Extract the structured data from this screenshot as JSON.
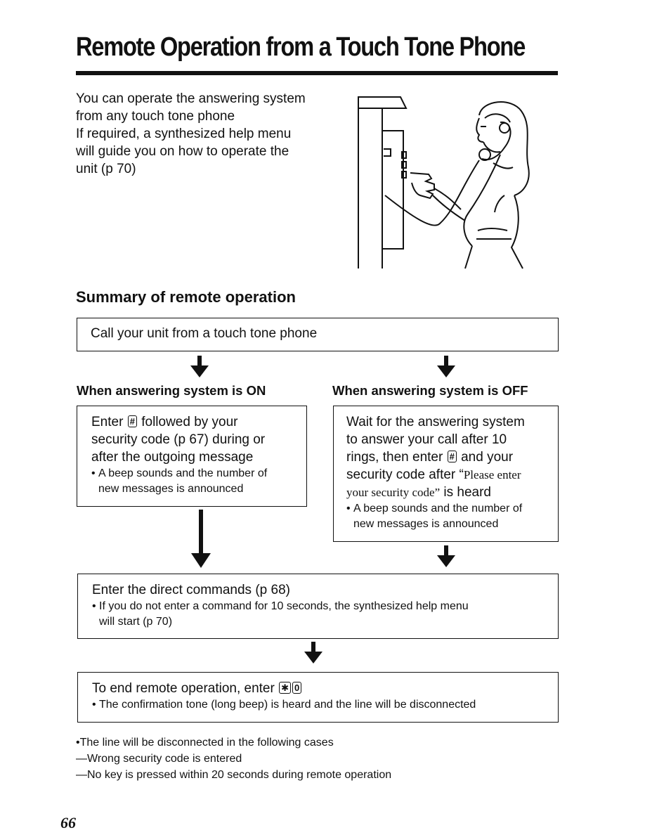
{
  "page": {
    "title": "Remote Operation from a Touch Tone Phone",
    "intro_lines": [
      "You can operate the answering system",
      "from any touch tone phone",
      "If required, a synthesized help menu",
      "will guide you on how to operate the",
      "unit (p 70)"
    ],
    "section_heading": "Summary of remote operation",
    "page_number": "66"
  },
  "flow": {
    "start_box": "Call your unit from a touch tone phone",
    "on_heading": "When answering system is ON",
    "off_heading": "When answering system is OFF",
    "on_box": {
      "text_pre": "Enter",
      "key": "#",
      "text_post_lines": [
        "followed by your",
        "security code (p 67) during or",
        "after the outgoing message"
      ],
      "note_lines": [
        "A beep sounds and the number of",
        "new messages is announced"
      ]
    },
    "off_box": {
      "line1": "Wait for the answering system",
      "line2": "to answer your call after 10",
      "line3_pre": "rings, then enter",
      "line3_key": "#",
      "line3_post": "and your",
      "line4_pre": "security code after “",
      "line4_serif": "Please enter",
      "line5_serif": "your security code”",
      "line5_post": " is heard",
      "note_lines": [
        "A beep sounds and the number of",
        "new messages is announced"
      ]
    },
    "direct_box": {
      "main": "Enter the direct commands (p 68)",
      "note_lines": [
        "If you do not enter a command for 10 seconds, the synthesized help menu",
        "will start (p 70)"
      ]
    },
    "end_box": {
      "main_pre": "To end remote operation, enter",
      "key1": "✱",
      "key2": "0",
      "note": "The confirmation tone (long beep) is heard and the line will be disconnected"
    }
  },
  "footer": {
    "lines": [
      "•The line will be disconnected in the following cases",
      "—Wrong security code is entered",
      "—No key is pressed within 20 seconds during remote operation"
    ]
  },
  "icons": {
    "arrow": "down-arrow-icon",
    "illustration": "woman-on-payphone-illustration"
  }
}
